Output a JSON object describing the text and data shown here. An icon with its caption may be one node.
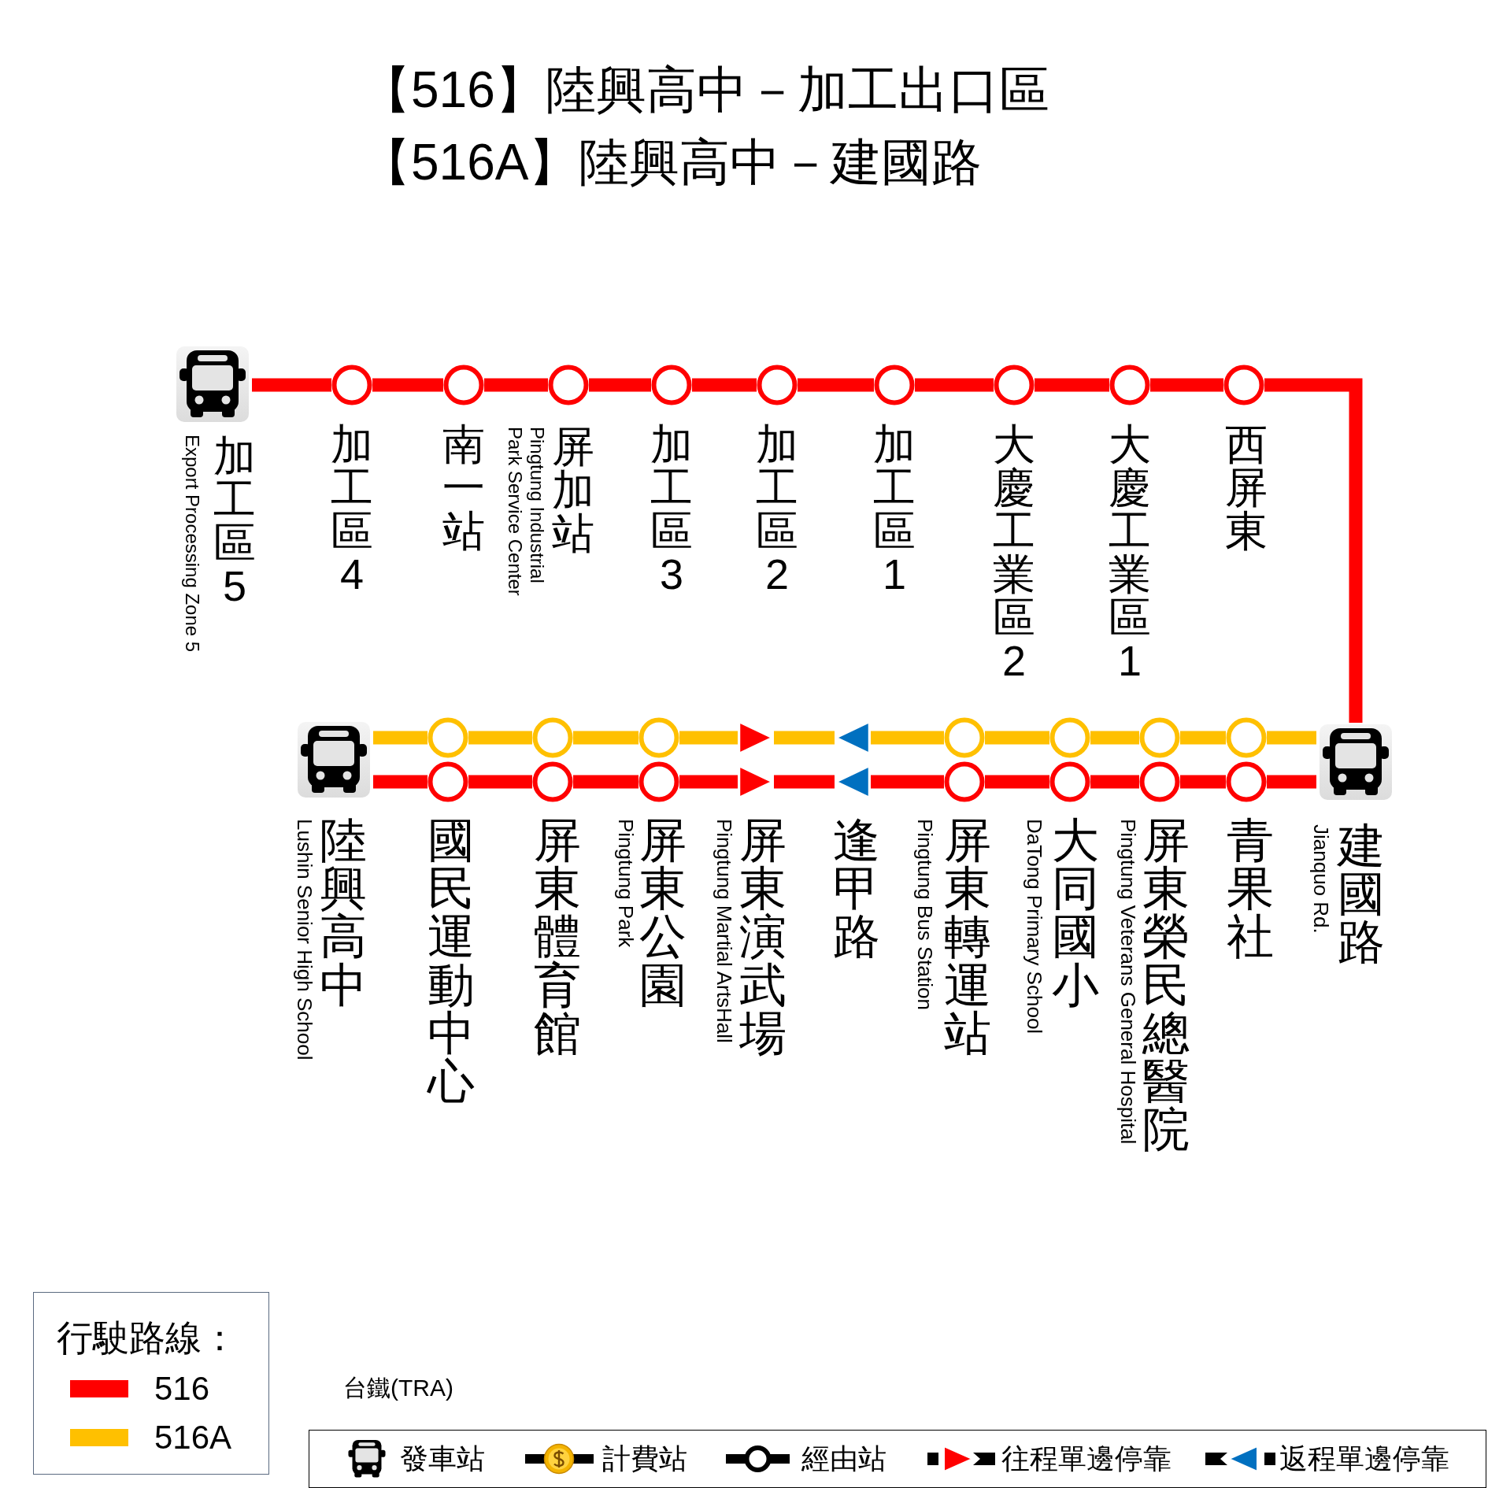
{
  "diagram": {
    "title": "【516】陸興高中－加工出口區",
    "nodes": [
      {
        "text": [],
        "shape": "bus",
        "beside": [
          "加工區5",
          "Export Processing Zone 5"
        ]
      },
      {
        "text": [],
        "shape": "circle",
        "beside": [
          "加工區4"
        ]
      },
      {
        "text": [],
        "shape": "circle",
        "beside": [
          "南一站"
        ]
      },
      {
        "text": [],
        "shape": "circle",
        "beside": [
          "屏加站",
          "Pingtung Industrial Park Service Center"
        ]
      },
      {
        "text": [],
        "shape": "circle",
        "beside": [
          "加工區3"
        ]
      },
      {
        "text": [],
        "shape": "circle",
        "beside": [
          "加工區2"
        ]
      },
      {
        "text": [],
        "shape": "circle",
        "beside": [
          "加工區1"
        ]
      },
      {
        "text": [],
        "shape": "circle",
        "beside": [
          "大慶工業區2"
        ]
      },
      {
        "text": [],
        "shape": "circle",
        "beside": [
          "大慶工業區1"
        ]
      },
      {
        "text": [],
        "shape": "circle",
        "beside": [
          "西屏東"
        ]
      },
      {
        "text": [],
        "shape": "bus",
        "beside": [
          "陸興高中",
          "Lushin Senior High School"
        ]
      },
      {
        "text": [],
        "shape": "circle"
      },
      {
        "text": [],
        "shape": "circle"
      },
      {
        "text": [],
        "shape": "circle"
      },
      {
        "text": [],
        "shape": "triangle"
      },
      {
        "text": [],
        "shape": "triangle"
      },
      {
        "text": [],
        "shape": "circle"
      },
      {
        "text": [],
        "shape": "circle"
      },
      {
        "text": [],
        "shape": "circle"
      },
      {
        "text": [],
        "shape": "circle"
      },
      {
        "text": [],
        "shape": "bus",
        "beside": [
          "建國路",
          "Jianquo Rd."
        ]
      },
      {
        "text": [],
        "shape": "circle",
        "beside": [
          "國民運動中心"
        ]
      },
      {
        "text": [],
        "shape": "circle",
        "beside": [
          "屏東體育館"
        ]
      },
      {
        "text": [],
        "shape": "circle",
        "beside": [
          "屏東公園",
          "Pingtung Park"
        ]
      },
      {
        "text": [],
        "shape": "triangle",
        "beside": [
          "屏東演武場",
          "Pingtung Martial ArtsHall"
        ]
      },
      {
        "text": [],
        "shape": "triangle",
        "beside": [
          "逢甲路"
        ]
      },
      {
        "text": [],
        "shape": "circle",
        "beside": [
          "屏東轉運站",
          "Pingtung Bus Station"
        ]
      },
      {
        "text": [],
        "shape": "circle",
        "beside": [
          "大同國小",
          "DaTong Primary School"
        ]
      },
      {
        "text": [],
        "shape": "circle",
        "beside": [
          "屏東榮民總醫院",
          "Pingtung Veterans General Hospital"
        ]
      },
      {
        "text": [],
        "shape": "circle",
        "beside": [
          "青果社"
        ]
      }
    ],
    "edges": [
      {
        "from": 0,
        "to": 1,
        "arrow": "none"
      },
      {
        "from": 1,
        "to": 2,
        "arrow": "none"
      },
      {
        "from": 2,
        "to": 3,
        "arrow": "none"
      },
      {
        "from": 3,
        "to": 4,
        "arrow": "none"
      },
      {
        "from": 4,
        "to": 5,
        "arrow": "none"
      },
      {
        "from": 5,
        "to": 6,
        "arrow": "none"
      },
      {
        "from": 6,
        "to": 7,
        "arrow": "none"
      },
      {
        "from": 7,
        "to": 8,
        "arrow": "none"
      },
      {
        "from": 8,
        "to": 9,
        "arrow": "none"
      },
      {
        "from": 9,
        "to": 20,
        "arrow": "none"
      },
      {
        "from": 10,
        "to": 11,
        "arrow": "none",
        "color": "#ffc000"
      },
      {
        "from": 11,
        "to": 12,
        "arrow": "none",
        "color": "#ffc000"
      },
      {
        "from": 12,
        "to": 13,
        "arrow": "none",
        "color": "#ffc000"
      },
      {
        "from": 13,
        "to": 14,
        "arrow": "none",
        "color": "#ffc000"
      },
      {
        "from": 14,
        "to": 15,
        "arrow": "none",
        "color": "#ffc000"
      },
      {
        "from": 15,
        "to": 16,
        "arrow": "none",
        "color": "#ffc000"
      },
      {
        "from": 16,
        "to": 17,
        "arrow": "none",
        "color": "#ffc000"
      },
      {
        "from": 17,
        "to": 18,
        "arrow": "none",
        "color": "#ffc000"
      },
      {
        "from": 18,
        "to": 19,
        "arrow": "none",
        "color": "#ffc000"
      },
      {
        "from": 19,
        "to": 20,
        "arrow": "none",
        "color": "#ffc000"
      },
      {
        "from": 10,
        "to": 21,
        "arrow": "none"
      },
      {
        "from": 21,
        "to": 22,
        "arrow": "none"
      },
      {
        "from": 22,
        "to": 23,
        "arrow": "none"
      },
      {
        "from": 23,
        "to": 24,
        "arrow": "none"
      },
      {
        "from": 24,
        "to": 25,
        "arrow": "none"
      },
      {
        "from": 25,
        "to": 26,
        "arrow": "none"
      },
      {
        "from": 26,
        "to": 27,
        "arrow": "none"
      },
      {
        "from": 27,
        "to": 28,
        "arrow": "none"
      },
      {
        "from": 28,
        "to": 29,
        "arrow": "none"
      },
      {
        "from": 29,
        "to": 20,
        "arrow": "none"
      }
    ],
    "labels": [
      "【516A】陸興高中－建國路",
      "行駛路線：",
      "台鐵(TRA)"
    ],
    "legend": [
      {
        "text": "516",
        "color": "#ff0000"
      },
      {
        "text": "516A",
        "color": "#ffc000"
      },
      {
        "text": "發車站"
      },
      {
        "text": "計費站"
      },
      {
        "text": "經由站"
      },
      {
        "text": "往程單邊停靠"
      },
      {
        "text": "返程單邊停靠"
      }
    ]
  }
}
